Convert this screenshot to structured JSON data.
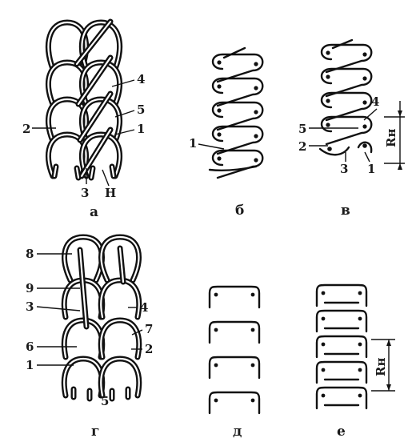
{
  "figure": {
    "panels": [
      {
        "id": "a",
        "caption": "а",
        "labels": [
          "2",
          "4",
          "5",
          "1",
          "3",
          "Н"
        ]
      },
      {
        "id": "b",
        "caption": "б",
        "labels": [
          "1"
        ]
      },
      {
        "id": "v",
        "caption": "в",
        "labels": [
          "4",
          "5",
          "2",
          "3",
          "1",
          "Rн"
        ]
      },
      {
        "id": "g",
        "caption": "г",
        "labels": [
          "8",
          "9",
          "3",
          "4",
          "7",
          "6",
          "2",
          "1",
          "5"
        ]
      },
      {
        "id": "d",
        "caption": "д",
        "labels": []
      },
      {
        "id": "e",
        "caption": "е",
        "labels": [
          "Rн"
        ]
      }
    ]
  }
}
